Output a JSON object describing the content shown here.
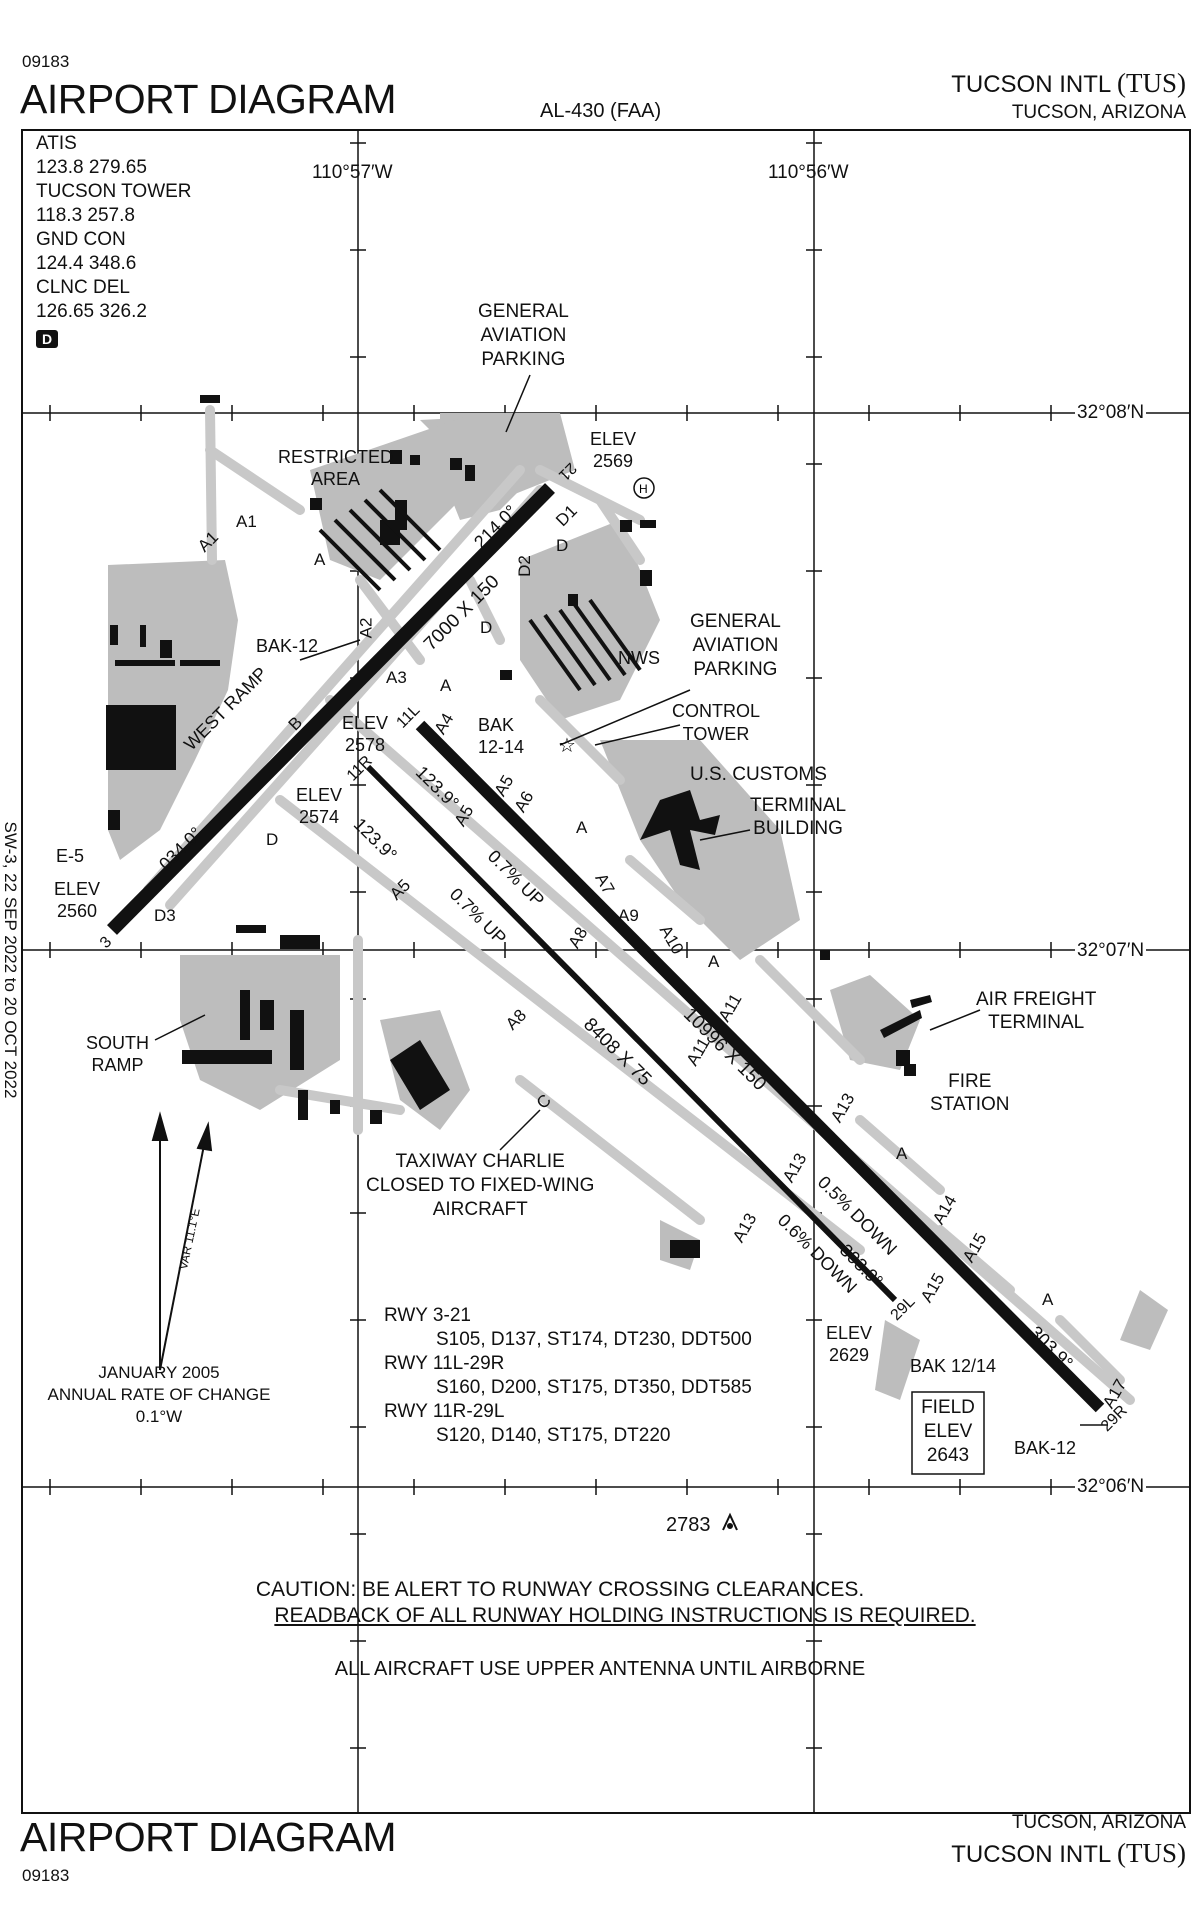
{
  "header": {
    "chart_number": "09183",
    "title": "AIRPORT DIAGRAM",
    "chart_id": "AL-430 (FAA)",
    "airport_name": "TUCSON INTL",
    "airport_code": "(TUS)",
    "city_state": "TUCSON, ARIZONA"
  },
  "footer": {
    "title": "AIRPORT DIAGRAM",
    "chart_number": "09183",
    "city_state": "TUCSON, ARIZONA",
    "airport_name": "TUCSON INTL",
    "airport_code": "(TUS)"
  },
  "comms": {
    "lines": [
      "ATIS",
      "123.8 279.65",
      "TUCSON TOWER",
      "118.3 257.8",
      "GND CON",
      "124.4 348.6",
      "CLNC DEL",
      "126.65 326.2"
    ],
    "datalink_badge": "D"
  },
  "graticule": {
    "lon_west": "110°57′W",
    "lon_east": "110°56′W",
    "lat_top": "32°08′N",
    "lat_mid": "32°07′N",
    "lat_bottom": "32°06′N"
  },
  "labels": {
    "ga_parking_north": [
      "GENERAL",
      "AVIATION",
      "PARKING"
    ],
    "restricted_area": [
      "RESTRICTED",
      "AREA"
    ],
    "elev_2569": [
      "ELEV",
      "2569"
    ],
    "ga_parking_east": [
      "GENERAL",
      "AVIATION",
      "PARKING"
    ],
    "nws": "NWS",
    "control_tower": [
      "CONTROL",
      "TOWER"
    ],
    "bak_12_14_a": [
      "BAK",
      "12-14"
    ],
    "us_customs": "U.S. CUSTOMS",
    "terminal_building": [
      "TERMINAL",
      "BUILDING"
    ],
    "bak_12_west": "BAK-12",
    "west_ramp": "WEST RAMP",
    "elev_2578": [
      "ELEV",
      "2578"
    ],
    "elev_2574": [
      "ELEV",
      "2574"
    ],
    "e5": "E-5",
    "elev_2560": [
      "ELEV",
      "2560"
    ],
    "air_freight": [
      "AIR FREIGHT",
      "TERMINAL"
    ],
    "fire_station": [
      "FIRE",
      "STATION"
    ],
    "south_ramp": [
      "SOUTH",
      "RAMP"
    ],
    "taxiway_charlie": [
      "TAXIWAY CHARLIE",
      "CLOSED TO FIXED-WING",
      "AIRCRAFT"
    ],
    "elev_2629": [
      "ELEV",
      "2629"
    ],
    "bak_12_14_b": "BAK 12/14",
    "field_elev": [
      "FIELD",
      "ELEV",
      "2643"
    ],
    "bak_12_east": "BAK-12",
    "obstacle": "2783"
  },
  "runways": {
    "rwy_3_21": {
      "dims": "7000 X 150",
      "hdg_ne": "214.0°",
      "hdg_sw": "034.0°",
      "end_sw": "3",
      "end_ne": "21"
    },
    "rwy_11l_29r": {
      "dims": "10996 X 150",
      "hdg_nw": "123.9°",
      "hdg_se": "303.9°",
      "end_nw": "11L",
      "end_se": "29R",
      "slope_a": "0.7% UP",
      "slope_b": "0.5% DOWN"
    },
    "rwy_11r_29l": {
      "dims": "8408 X 75",
      "hdg_nw": "123.9°",
      "hdg_se": "303.9°",
      "end_nw": "11R",
      "end_se": "29L",
      "slope_a": "0.7% UP",
      "slope_b": "0.6% DOWN"
    }
  },
  "taxiways": [
    "A",
    "A1",
    "A1",
    "A2",
    "A3",
    "A4",
    "A5",
    "A6",
    "A7",
    "A8",
    "A9",
    "A10",
    "A11",
    "A11",
    "A13",
    "A13",
    "A13",
    "A14",
    "A15",
    "A15",
    "A17",
    "A5",
    "A5",
    "A8",
    "B",
    "C",
    "D",
    "D",
    "D",
    "D1",
    "D2",
    "D3",
    "A",
    "A",
    "A",
    "A",
    "A"
  ],
  "magnetic": {
    "variation": "VAR 11.1°E",
    "date": "JANUARY 2005",
    "rate": "ANNUAL RATE OF CHANGE",
    "rate_value": "0.1°W"
  },
  "pcn": {
    "rows": [
      {
        "rwy": "RWY 3-21",
        "strength": "S105, D137, ST174, DT230, DDT500"
      },
      {
        "rwy": "RWY 11L-29R",
        "strength": "S160, D200, ST175, DT350, DDT585"
      },
      {
        "rwy": "RWY 11R-29L",
        "strength": "S120, D140, ST175, DT220"
      }
    ]
  },
  "notes": {
    "caution_1": "CAUTION: BE ALERT TO RUNWAY CROSSING CLEARANCES.",
    "caution_2": "READBACK OF ALL RUNWAY HOLDING INSTRUCTIONS IS REQUIRED.",
    "antenna": "ALL AIRCRAFT USE UPPER ANTENNA UNTIL AIRBORNE"
  },
  "margin_note": "SW-3, 22 SEP 2022 to 20 OCT 2022"
}
